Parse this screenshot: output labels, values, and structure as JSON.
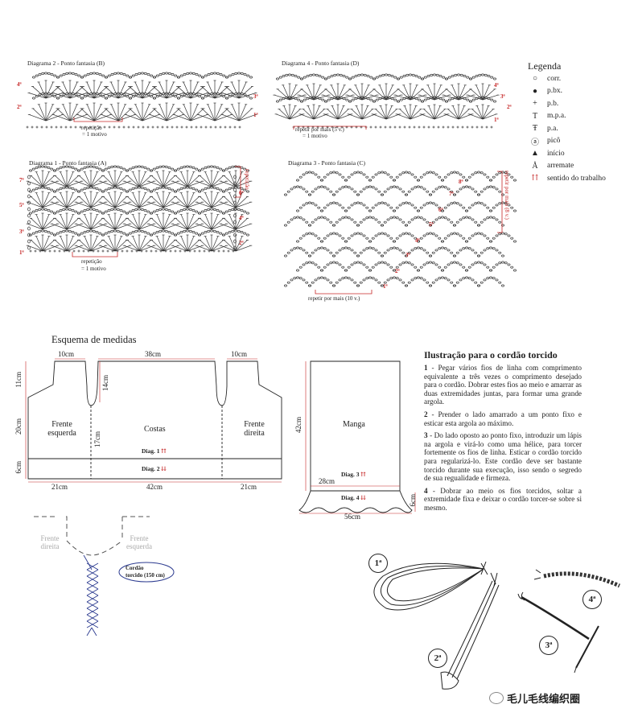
{
  "diagrams": {
    "d2": {
      "title": "Diagrama 2 - Ponto fantasia (B)",
      "rows_left": [
        "4ª",
        "2ª"
      ],
      "rows_right": [
        "3ª",
        "1ª"
      ],
      "repeat": "repetição",
      "motif": "= 1 motivo"
    },
    "d4": {
      "title": "Diagrama 4 - Ponto fantasia (D)",
      "rows": [
        "4ª",
        "3ª",
        "2ª",
        "1ª"
      ],
      "repeat": "repetir por mais (5 v.)",
      "motif": "= 1 motivo"
    },
    "d1": {
      "title": "Diagrama 1 - Ponto fantasia (A)",
      "rows_left": [
        "7ª",
        "5ª",
        "3ª",
        "1ª"
      ],
      "rows_right": [
        "6ª",
        "4ª",
        "2ª"
      ],
      "repeat_side": "repetição",
      "repeat": "repetição",
      "motif": "= 1 motivo"
    },
    "d3": {
      "title": "Diagrama 3 - Ponto fantasia (C)",
      "rows": [
        "8ª",
        "7ª",
        "6ª",
        "5ª",
        "4ª",
        "3ª",
        "2ª",
        "1ª"
      ],
      "repeat_side": "repetir por mais (8 v.)",
      "repeat": "repetir por mais (10 v.)"
    }
  },
  "legend": {
    "title": "Legenda",
    "items": [
      {
        "icon": "chain-icon",
        "glyph": "○",
        "label": "corr."
      },
      {
        "icon": "slip-stitch-icon",
        "glyph": "●",
        "label": "p.bx."
      },
      {
        "icon": "single-crochet-icon",
        "glyph": "+",
        "label": "p.b."
      },
      {
        "icon": "half-double-icon",
        "glyph": "T",
        "label": "m.p.a."
      },
      {
        "icon": "double-crochet-icon",
        "glyph": "Ŧ",
        "label": "p.a."
      },
      {
        "icon": "picot-icon",
        "glyph": "ⓐ",
        "label": "picô"
      },
      {
        "icon": "start-icon",
        "glyph": "▲",
        "label": "início"
      },
      {
        "icon": "fasten-off-icon",
        "glyph": "Å",
        "label": "arremate"
      },
      {
        "icon": "work-direction-icon",
        "glyph": "⇈",
        "label": "sentido do trabalho"
      }
    ]
  },
  "schema": {
    "title": "Esquema de medidas",
    "body": {
      "shoulder_left": "10cm",
      "back_top": "38cm",
      "shoulder_right": "10cm",
      "height_top": "11cm",
      "armhole": "14cm",
      "height_mid": "20cm",
      "height_inner": "17cm",
      "height_band": "6cm",
      "front_left": "Frente esquerda",
      "back": "Costas",
      "front_right": "Frente direita",
      "diag1": "Diag. 1",
      "diag2": "Diag. 2",
      "bottom_left": "21cm",
      "bottom_mid": "42cm",
      "bottom_right": "21cm"
    },
    "sleeve": {
      "label": "Manga",
      "height": "42cm",
      "width_top": "28cm",
      "diag3": "Diag. 3",
      "diag4": "Diag. 4",
      "band": "6cm",
      "width_bottom": "56cm"
    },
    "cord": {
      "front_right": "Frente direita",
      "front_left": "Frente esquerda",
      "label_line1": "Cordão",
      "label_line2": "torcido (150 cm)"
    }
  },
  "illustration": {
    "title": "Ilustração para o cordão torcido",
    "steps": [
      {
        "num": "1",
        "text": "- Pegar vários fios de linha com comprimento equivalente a três vezes o comprimento desejado para o cordão. Dobrar estes fios ao meio e amarrar as duas extremidades juntas, para formar uma grande argola."
      },
      {
        "num": "2",
        "text": "- Prender o lado amarrado a um ponto fixo e esticar esta argola ao máximo."
      },
      {
        "num": "3",
        "text": "- Do lado oposto ao ponto fixo, introduzir um lápis na argola e virá-lo como uma hélice, para torcer fortemente os fios de linha. Esticar o cordão torcido para regularizá-lo. Este cordão deve ser bastante torcido durante sua execução, isso sendo o segredo de sua regualidade e firmeza."
      },
      {
        "num": "4",
        "text": "- Dobrar ao meio os fios torcidos, soltar a extremidade fixa e deixar o cordão torcer-se sobre si mesmo."
      }
    ],
    "badges": [
      "1ª",
      "2ª",
      "3ª",
      "4ª"
    ]
  },
  "watermark": "毛儿毛线编织圈",
  "colors": {
    "accent": "#c62828",
    "ink": "#222222",
    "cord": "#2b3a8f"
  }
}
